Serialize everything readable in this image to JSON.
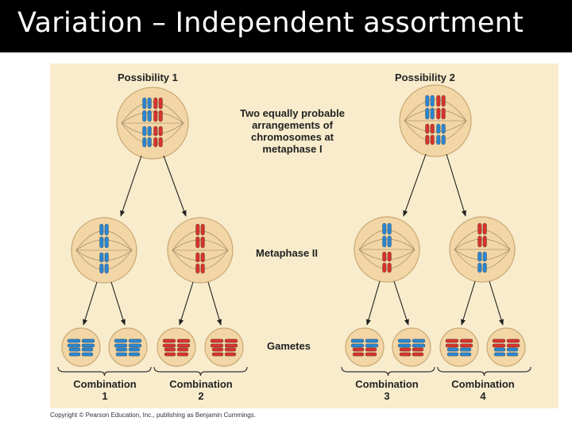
{
  "slide": {
    "title": "Variation – Independent assortment",
    "copyright": "Copyright © Pearson Education, Inc., publishing as Benjamin Cummings."
  },
  "figure": {
    "possibility_1": "Possibility 1",
    "possibility_2": "Possibility 2",
    "arrangements_line1": "Two equally probable",
    "arrangements_line2": "arrangements of",
    "arrangements_line3": "chromosomes at",
    "arrangements_line4": "metaphase I",
    "metaphase_ii": "Metaphase II",
    "gametes": "Gametes",
    "combinations": [
      {
        "word": "Combination",
        "number": "1"
      },
      {
        "word": "Combination",
        "number": "2"
      },
      {
        "word": "Combination",
        "number": "3"
      },
      {
        "word": "Combination",
        "number": "4"
      }
    ]
  },
  "colors": {
    "background": "#f8eccc",
    "cell_fill": "#f2d6a6",
    "cell_stroke": "#c9a874",
    "chromosome_blue": "#2a86d0",
    "chromosome_red": "#d8322a"
  }
}
